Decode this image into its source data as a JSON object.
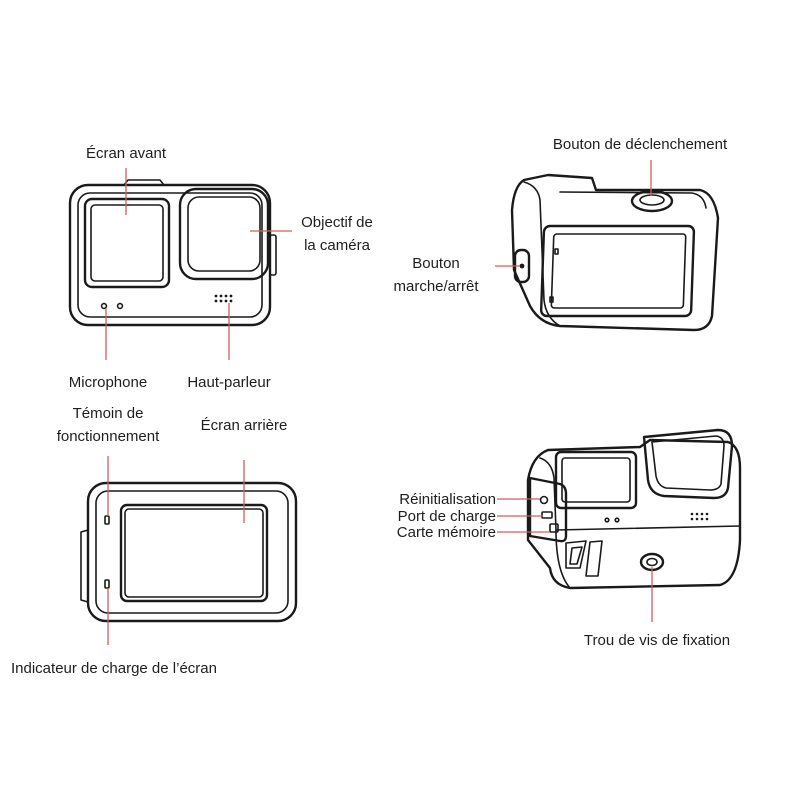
{
  "colors": {
    "leader_line": "#c9615d",
    "device_outline": "#1a1a1a",
    "label_text": "#1e1e1e",
    "background": "#ffffff"
  },
  "front_view": {
    "ecran_avant": "Écran avant",
    "objectif_line1": "Objectif de",
    "objectif_line2": "la caméra",
    "microphone": "Microphone",
    "haut_parleur": "Haut-parleur"
  },
  "top_right_view": {
    "bouton_declenchement": "Bouton de déclenchement",
    "bouton_line1": "Bouton",
    "bouton_line2": "marche/arrêt"
  },
  "back_view": {
    "temoin_line1": "Témoin de",
    "temoin_line2": "fonctionnement",
    "ecran_arriere": "Écran arrière",
    "indicateur_charge": "Indicateur de charge de l’écran"
  },
  "bottom_right_view": {
    "reinitialisation": "Réinitialisation",
    "port_de_charge": "Port de charge",
    "carte_memoire": "Carte mémoire",
    "trou_de_vis": "Trou de vis de fixation"
  }
}
